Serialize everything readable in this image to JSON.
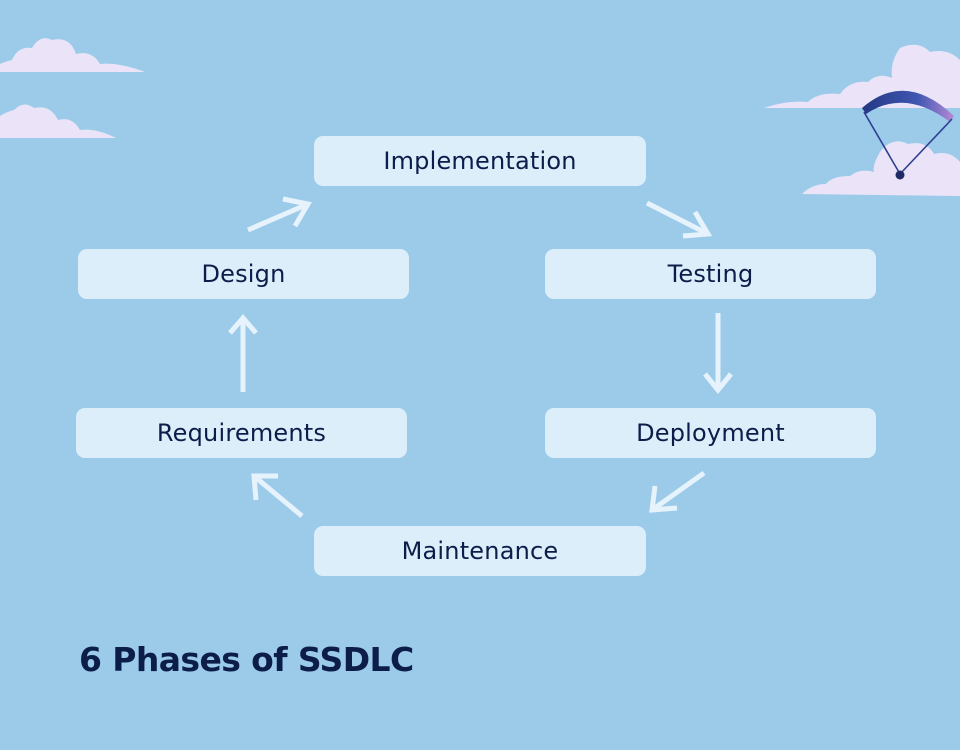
{
  "title": "6 Phases of SSDLC",
  "phases": [
    {
      "label": "Implementation"
    },
    {
      "label": "Testing"
    },
    {
      "label": "Deployment"
    },
    {
      "label": "Maintenance"
    },
    {
      "label": "Requirements"
    },
    {
      "label": "Design"
    }
  ],
  "colors": {
    "background": "#9ccbea",
    "box": "#dceefa",
    "text": "#0c1d4a",
    "arrow": "#e6f3fc",
    "cloud": "#ebe4f8",
    "parachute": "#2f3f92"
  }
}
